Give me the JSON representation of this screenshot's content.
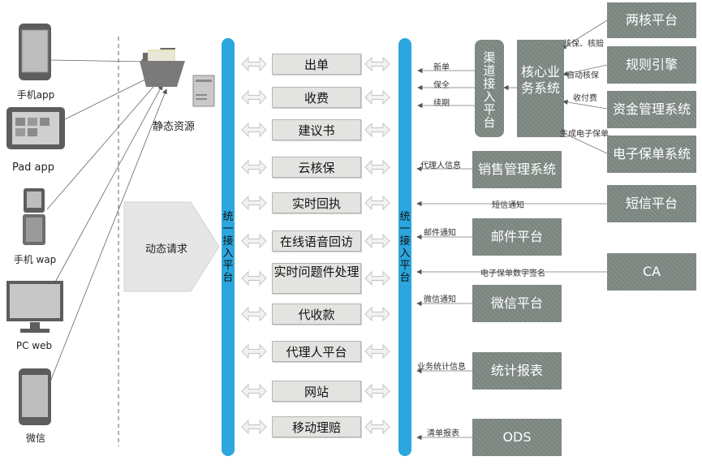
{
  "devices": {
    "app": "手机app",
    "pad": "Pad app",
    "wap": "手机 wap",
    "pc": "PC web",
    "wechat": "微信"
  },
  "static_resources": "静态资源",
  "dynamic_request": "动态请求",
  "left_platform": "统一接入平台",
  "right_platform": "统一接入平台",
  "services": [
    "出单",
    "收费",
    "建议书",
    "云核保",
    "实时回执",
    "在线语音回访",
    "实时问题件处理",
    "代收款",
    "代理人平台",
    "网站",
    "移动理赔"
  ],
  "channel_platform": "渠道接入平台",
  "core_system": "核心业务系统",
  "channel_flows": [
    "新单",
    "保全",
    "续期"
  ],
  "core_systems_right": [
    {
      "name": "两核平台",
      "flow": "核保、核赔"
    },
    {
      "name": "规则引擎",
      "flow": "自动核保"
    },
    {
      "name": "资金管理系统",
      "flow": "收付费"
    },
    {
      "name": "电子保单系统",
      "flow": "生成电子保单"
    }
  ],
  "external_systems": [
    {
      "name": "销售管理系统",
      "flow": "代理人信息"
    },
    {
      "name": "短信平台",
      "flow": "短信通知"
    },
    {
      "name": "邮件平台",
      "flow": "邮件通知"
    },
    {
      "name": "CA",
      "flow": "电子保单数字签名"
    },
    {
      "name": "微信平台",
      "flow": "微信通知"
    },
    {
      "name": "统计报表",
      "flow": "业务统计信息"
    },
    {
      "name": "ODS",
      "flow": "清单报表"
    }
  ],
  "colors": {
    "bar": "#2ba6de",
    "gray_box": "#7f8983",
    "service_box": "#e3e3e1"
  }
}
